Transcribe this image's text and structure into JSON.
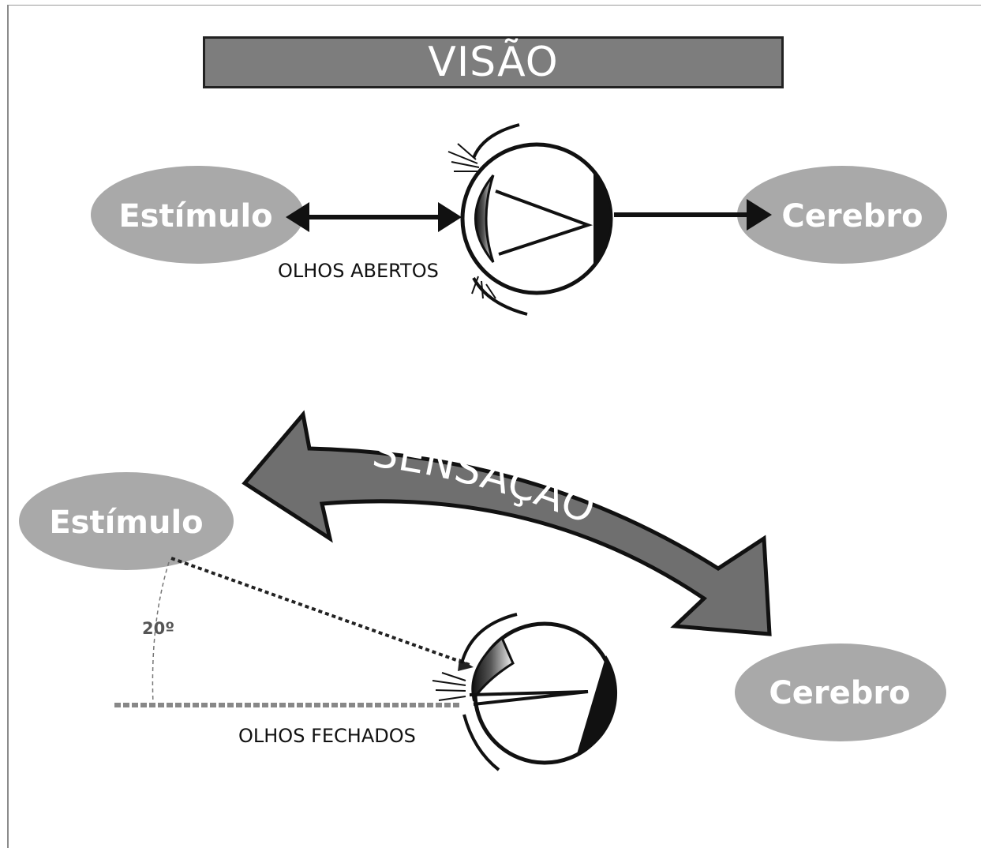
{
  "title": "VISÃO",
  "top_diagram": {
    "stimulus_label": "Estímulo",
    "brain_label": "Cerebro",
    "caption": "OLHOS ABERTOS"
  },
  "bottom_diagram": {
    "arrow_label": "SENSAÇÃO",
    "stimulus_label": "Estímulo",
    "brain_label": "Cerebro",
    "angle_label": "20º",
    "caption": "OLHOS FECHADOS"
  },
  "colors": {
    "ellipse_fill": "#a9a9a9",
    "title_fill": "#7d7d7d",
    "arrow_fill": "#6f6f6f",
    "ink": "#111111"
  }
}
